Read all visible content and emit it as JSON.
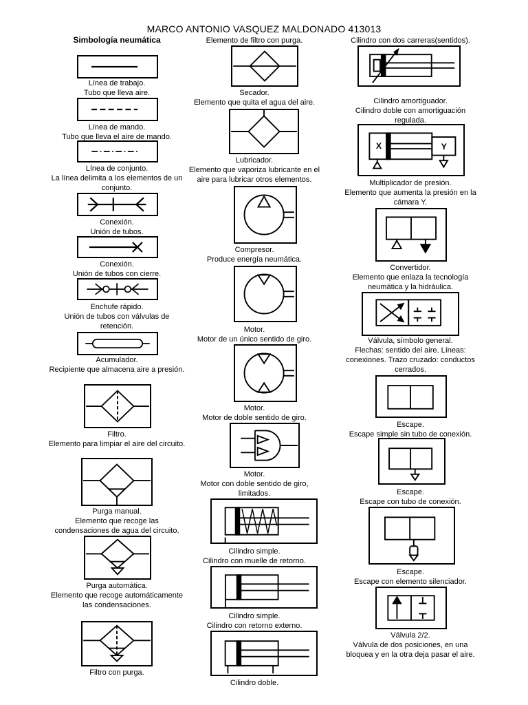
{
  "title": "MARCO ANTONIO VASQUEZ MALDONADO  413013",
  "heading": "Simbología neumática",
  "col1": [
    {
      "name": "Línea de trabajo.",
      "desc": "Tubo que lleva aire."
    },
    {
      "name": "Línea de mando.",
      "desc": "Tubo que lleva el aire de mando."
    },
    {
      "name": "Línea de conjunto.",
      "desc": "La línea delimita a los elementos de un conjunto."
    },
    {
      "name": "Conexión.",
      "desc": "Unión de tubos."
    },
    {
      "name": "Conexión.",
      "desc": "Unión de tubos con cierre."
    },
    {
      "name": "Enchufe rápido.",
      "desc": "Unión de tubos con válvulas de retención."
    },
    {
      "name": "Acumulador.",
      "desc": "Recipiente que almacena aire a presión."
    },
    {
      "name": "Filtro.",
      "desc": "Elemento para limpiar el aire del circuito."
    },
    {
      "name": "Purga manual.",
      "desc": "Elemento que recoge las condensaciones de agua del circuito."
    },
    {
      "name": "Purga automática.",
      "desc": "Elemento que recoge automáticamente las condensaciones."
    },
    {
      "name": "Filtro con purga.",
      "desc": ""
    }
  ],
  "col2": [
    {
      "name": "",
      "desc": "Elemento de filtro con purga."
    },
    {
      "name": "Secador.",
      "desc": "Elemento que quita el agua del aire."
    },
    {
      "name": "Lubricador.",
      "desc": "Elemento que vaporiza lubricante en el aire para lubricar otros elementos."
    },
    {
      "name": "Compresor.",
      "desc": "Produce energía neumática."
    },
    {
      "name": "Motor.",
      "desc": "Motor de un único sentido de giro."
    },
    {
      "name": "Motor.",
      "desc": "Motor de doble sentido de giro."
    },
    {
      "name": "Motor.",
      "desc": "Motor con doble sentido de giro, limitados."
    },
    {
      "name": "Cilindro simple.",
      "desc": "Cilindro con muelle de retorno."
    },
    {
      "name": "Cilindro simple.",
      "desc": "Cilindro con retorno externo."
    },
    {
      "name": "Cilindro doble.",
      "desc": ""
    }
  ],
  "col3": [
    {
      "name": "",
      "desc": "Cilindro con dos carreras(sentidos)."
    },
    {
      "name": "Cilindro amortiguador.",
      "desc": "Cilindro doble con amortiguación regulada."
    },
    {
      "name": "Multiplicador de presión.",
      "desc": "Elemento que aumenta la presión en la cámara Y."
    },
    {
      "name": "Convertidor.",
      "desc": "Elemento que enlaza la tecnología neumática y la hidráulica."
    },
    {
      "name": "Válvula, símbolo general.",
      "desc": "Flechas: sentido del aire. Líneas: conexiones. Trazo cruzado: conductos cerrados."
    },
    {
      "name": "Escape.",
      "desc": "Escape simple sin tubo de conexión."
    },
    {
      "name": "Escape.",
      "desc": "Escape con tubo de conexión."
    },
    {
      "name": "Escape.",
      "desc": "Escape con elemento silenciador."
    },
    {
      "name": "Válvula 2/2.",
      "desc": "Válvula de dos posiciones, en una bloquea y en la otra deja pasar el aire."
    }
  ],
  "labels": {
    "chamber_x": "X",
    "chamber_y": "Y"
  }
}
